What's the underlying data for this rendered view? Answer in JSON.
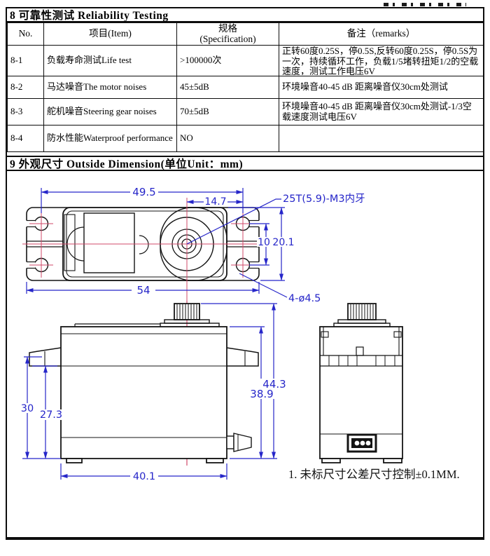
{
  "section8": {
    "title": "8 可靠性测试 Reliability  Testing"
  },
  "table": {
    "headers": {
      "no": "No.",
      "item": "项目(Item)",
      "spec_line1": "规格",
      "spec_line2": "(Specification)",
      "remarks": "备注（remarks）"
    },
    "rows": [
      {
        "no": "8-1",
        "item": "负载寿命测试Life test",
        "spec": ">100000次",
        "remark": "正转60度0.25S，停0.5S,反转60度0.25S，停0.5S为一次，持续循环工作，负载1/5堵转扭矩1/2的空载速度，测试工作电压6V"
      },
      {
        "no": "8-2",
        "item": "马达噪音The motor noises",
        "spec": "45±5dB",
        "remark": "环境噪音40-45 dB  距离噪音仪30cm处测试"
      },
      {
        "no": "8-3",
        "item": "舵机噪音Steering gear noises",
        "spec": "70±5dB",
        "remark": "环境噪音40-45 dB  距离噪音仪30cm处测试-1/3空载速度测试电压6V"
      },
      {
        "no": "8-4",
        "item": "防水性能Waterproof performance",
        "spec": "NO",
        "remark": ""
      }
    ]
  },
  "section9": {
    "title": "9 外观尺寸 Outside Dimension(单位Unit：mm)"
  },
  "drawing": {
    "top_view": {
      "dim_hole_span_width": "49.5",
      "dim_spline_offset": "14.7",
      "spline_label": "25T(5.9)-M3内牙",
      "dim_hole_pitch": "10",
      "dim_body_height": "20.1",
      "dim_total_width": "54",
      "hole_label": "4-ø4.5"
    },
    "front_view": {
      "dim_total_height": "44.3",
      "dim_case_height": "38.9",
      "dim_flange_to_bottom": "30",
      "dim_under_flange": "27.3",
      "dim_case_width": "40.1"
    },
    "note": "1. 未标尺寸公差尺寸控制±0.1MM.",
    "colors": {
      "dimension": "#2626c9",
      "centerline": "#d04868",
      "outline": "#141414"
    }
  }
}
